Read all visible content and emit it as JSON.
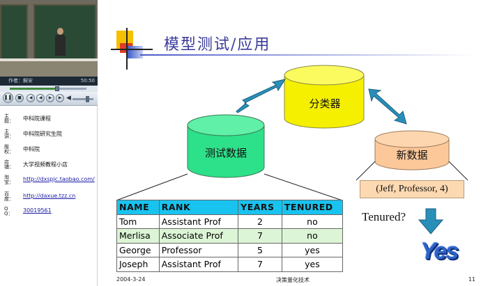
{
  "player": {
    "status_left": "作者：解安",
    "status_right": "50:50",
    "seek_progress": 0.62,
    "volume_level": 0.7,
    "controls": {
      "play_icon": "play-pause-icon",
      "stop_icon": "stop-icon",
      "prev_icon": "previous-icon",
      "rewind_icon": "rewind-icon",
      "forward_icon": "forward-icon",
      "next_icon": "next-icon",
      "mute_icon": "speaker-icon"
    }
  },
  "info": {
    "rows": [
      {
        "key": "主题：",
        "value": "中科院课程"
      },
      {
        "key": "主讲：",
        "value": "中科院研究生院"
      },
      {
        "key": "版权：",
        "value": "中科院"
      },
      {
        "key": "店铺：",
        "value": "大学视频教程小店"
      },
      {
        "key": "淘宝：",
        "value": "http://dxspjc.taobao.com/"
      },
      {
        "key": "百度：",
        "value": "http://daxue.tzz.cn"
      },
      {
        "key": "QQ：",
        "value": "30019561"
      }
    ]
  },
  "slide": {
    "title": "模型测试/应用",
    "classifier_label": "分类器",
    "test_data_label": "测试数据",
    "new_data_label": "新数据",
    "tuple": "(Jeff, Professor, 4)",
    "question": "Tenured?",
    "answer": "Yes",
    "table": {
      "headers": [
        "NAME",
        "RANK",
        "YEARS",
        "TENURED"
      ],
      "rows": [
        [
          "Tom",
          "Assistant Prof",
          "2",
          "no"
        ],
        [
          "Merlisa",
          "Associate Prof",
          "7",
          "no"
        ],
        [
          "George",
          "Professor",
          "5",
          "yes"
        ],
        [
          "Joseph",
          "Assistant Prof",
          "7",
          "yes"
        ]
      ]
    },
    "footer_date": "2004-3-24",
    "footer_center": "决策量化技术",
    "footer_page": "11",
    "colors": {
      "classifier": "#f5f000",
      "test_data": "#2de08a",
      "new_data": "#fcc89a",
      "arrow": "#2a8fb8",
      "header": "#19c3ef"
    }
  }
}
